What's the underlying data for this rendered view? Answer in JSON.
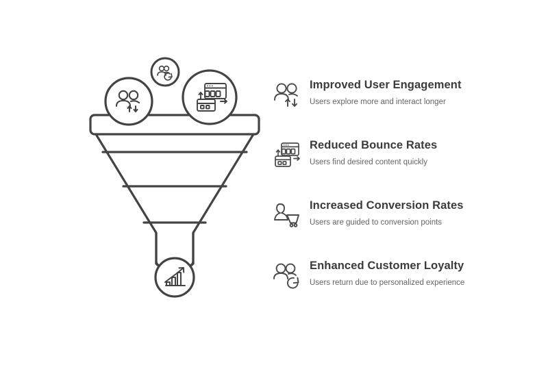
{
  "theme": {
    "background": "#ffffff",
    "stroke": "#434343",
    "title_color": "#3b3b3b",
    "subtitle_color": "#656565"
  },
  "diagram": {
    "name": "conversion-funnel",
    "top_icons": [
      {
        "id": "engagement",
        "icon": "users-updown-icon",
        "size": "large"
      },
      {
        "id": "loyalty",
        "icon": "users-refresh-icon",
        "size": "small"
      },
      {
        "id": "bounce",
        "icon": "browser-windows-arrow-icon",
        "size": "large"
      }
    ],
    "bottom_icon": {
      "id": "growth",
      "icon": "growth-bar-chart-icon"
    },
    "segments": 4
  },
  "benefits": [
    {
      "icon": "users-updown-icon",
      "title": "Improved User Engagement",
      "subtitle": "Users explore more and interact longer"
    },
    {
      "icon": "browser-windows-arrow-icon",
      "title": "Reduced Bounce Rates",
      "subtitle": "Users find desired content quickly"
    },
    {
      "icon": "person-cart-icon",
      "title": "Increased Conversion Rates",
      "subtitle": "Users are guided to conversion points"
    },
    {
      "icon": "users-refresh-icon",
      "title": "Enhanced Customer Loyalty",
      "subtitle": "Users return due to personalized experience"
    }
  ]
}
